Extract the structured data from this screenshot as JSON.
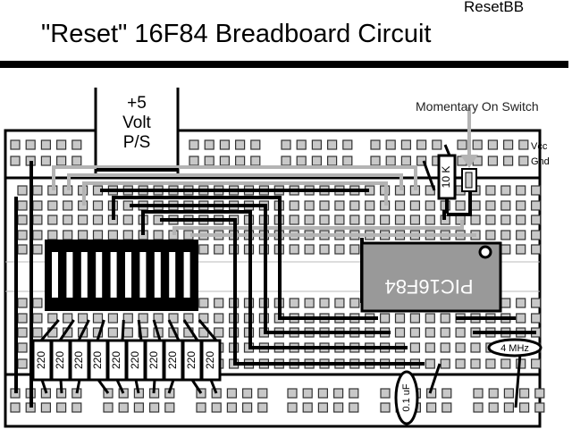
{
  "header": {
    "corner_label": "ResetBB",
    "title": "\"Reset\" 16F84 Breadboard Circuit"
  },
  "power_supply": {
    "line1": "+5",
    "line2": "Volt",
    "line3": "P/S"
  },
  "switch": {
    "label": "Momentary On Switch"
  },
  "rails": {
    "vcc": "Vcc",
    "gnd": "Gnd"
  },
  "pullup_resistor": {
    "label": "10 K"
  },
  "chip": {
    "label": "PIC16F84",
    "fill": "#999999"
  },
  "resistors": [
    {
      "label": "220"
    },
    {
      "label": "220"
    },
    {
      "label": "220"
    },
    {
      "label": "220"
    },
    {
      "label": "220"
    },
    {
      "label": "220"
    },
    {
      "label": "220"
    },
    {
      "label": "220"
    },
    {
      "label": "220"
    },
    {
      "label": "220"
    }
  ],
  "crystal": {
    "label": "4 MHz"
  },
  "capacitor": {
    "label": "0.1 uF"
  },
  "colors": {
    "wire_dark": "#000000",
    "wire_light": "#b4b4b4",
    "hole_fill": "#c8c8c8",
    "hole_stroke": "#333333"
  }
}
